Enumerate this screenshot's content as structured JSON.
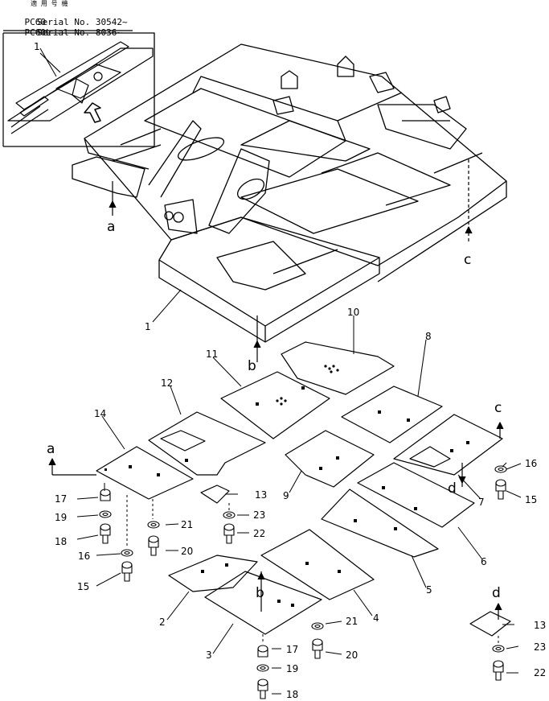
{
  "header": {
    "japanese": "適 用 号 機",
    "row1_model": "PC60",
    "row1_serial": "Serial No. 30542~",
    "row2_model": "PC60L",
    "row2_serial": "Serial No. 8036~"
  },
  "callouts": {
    "n1_inset": "1",
    "n1_main": "1",
    "n2": "2",
    "n3": "3",
    "n4": "4",
    "n5": "5",
    "n6": "6",
    "n7": "7",
    "n8": "8",
    "n9": "9",
    "n10": "10",
    "n11": "11",
    "n12": "12",
    "n13a": "13",
    "n13b": "13",
    "n14": "14",
    "n15a": "15",
    "n15b": "15",
    "n16a": "16",
    "n16b": "16",
    "n17a": "17",
    "n17b": "17",
    "n18a": "18",
    "n18b": "18",
    "n19a": "19",
    "n19b": "19",
    "n20a": "20",
    "n20b": "20",
    "n21a": "21",
    "n21b": "21",
    "n22a": "22",
    "n22b": "22",
    "n23a": "23",
    "n23b": "23"
  },
  "view_refs": {
    "a_top": "a",
    "a_bot": "a",
    "b_top": "b",
    "b_bot": "b",
    "c_top": "c",
    "c_bot": "c",
    "d_mid": "d",
    "d_right": "d"
  }
}
